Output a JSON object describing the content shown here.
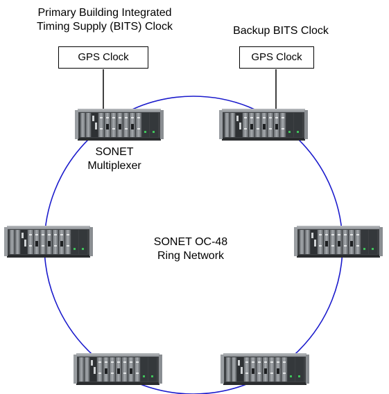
{
  "primary_clock": {
    "title_line1": "Primary Building Integrated",
    "title_line2": "Timing Supply (BITS) Clock",
    "box_label": "GPS Clock"
  },
  "backup_clock": {
    "title": "Backup BITS Clock",
    "box_label": "GPS Clock"
  },
  "multiplexer": {
    "label_line1": "SONET",
    "label_line2": "Multiplexer"
  },
  "ring": {
    "label_line1": "SONET OC-48",
    "label_line2": "Ring Network",
    "color": "#1a1acc"
  },
  "nodes": [
    {
      "name": "sonet-mux-top-left",
      "device": "sonet-multiplexer"
    },
    {
      "name": "sonet-mux-top-right",
      "device": "sonet-multiplexer"
    },
    {
      "name": "sonet-mux-mid-left",
      "device": "sonet-multiplexer"
    },
    {
      "name": "sonet-mux-mid-right",
      "device": "sonet-multiplexer"
    },
    {
      "name": "sonet-mux-bottom-left",
      "device": "sonet-multiplexer"
    },
    {
      "name": "sonet-mux-bottom-right",
      "device": "sonet-multiplexer"
    }
  ]
}
